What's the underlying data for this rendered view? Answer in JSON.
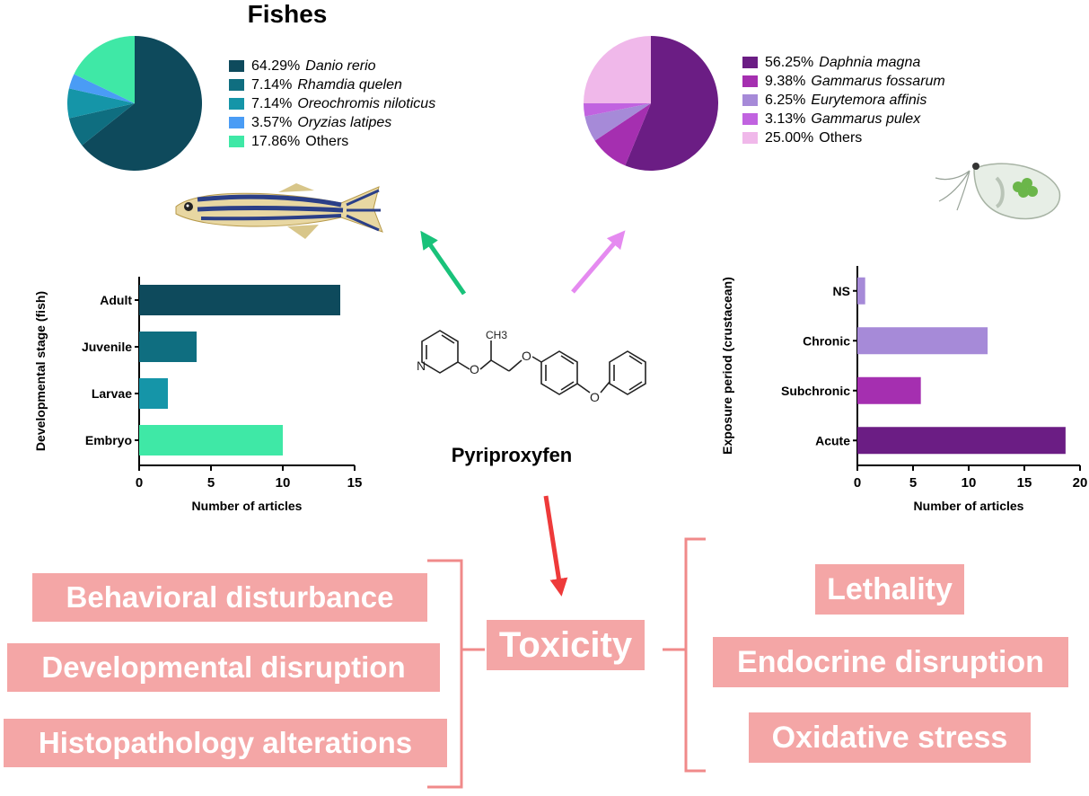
{
  "chart_data": [
    {
      "type": "pie",
      "title": "Fishes",
      "colors": [
        "#0e4a5c",
        "#0f6e80",
        "#1595a8",
        "#4a9cf5",
        "#3fe8a6"
      ],
      "series": [
        {
          "pct_label": "64.29%",
          "label": "Danio rerio",
          "value": 64.29
        },
        {
          "pct_label": "7.14%",
          "label": "Rhamdia quelen",
          "value": 7.14
        },
        {
          "pct_label": "7.14%",
          "label": "Oreochromis niloticus",
          "value": 7.14
        },
        {
          "pct_label": "3.57%",
          "label": "Oryzias latipes",
          "value": 3.57
        },
        {
          "pct_label": "17.86%",
          "label": "Others",
          "value": 17.86
        }
      ]
    },
    {
      "type": "pie",
      "title": "",
      "colors": [
        "#6b1d84",
        "#a52fb0",
        "#a68ad8",
        "#c163e0",
        "#f0b8ea"
      ],
      "series": [
        {
          "pct_label": "56.25%",
          "label": "Daphnia magna",
          "value": 56.25
        },
        {
          "pct_label": "9.38%",
          "label": "Gammarus fossarum",
          "value": 9.38
        },
        {
          "pct_label": "6.25%",
          "label": "Eurytemora affinis",
          "value": 6.25
        },
        {
          "pct_label": "3.13%",
          "label": "Gammarus pulex",
          "value": 3.13
        },
        {
          "pct_label": "25.00%",
          "label": "Others",
          "value": 25.0
        }
      ]
    },
    {
      "type": "bar",
      "orientation": "horizontal",
      "categories": [
        "Adult",
        "Juvenile",
        "Larvae",
        "Embryo"
      ],
      "values": [
        14,
        4,
        2,
        10
      ],
      "colors": [
        "#0e4a5c",
        "#0f6e80",
        "#1595a8",
        "#3fe8a6"
      ],
      "xlabel": "Number of articles",
      "ylabel": "Developmental stage (fish)",
      "xlim": [
        0,
        15
      ],
      "ticks": [
        "0",
        "5",
        "10",
        "15"
      ]
    },
    {
      "type": "bar",
      "orientation": "horizontal",
      "categories": [
        "NS",
        "Chronic",
        "Subchronic",
        "Acute"
      ],
      "values": [
        0.7,
        11.7,
        5.7,
        18.7
      ],
      "colors": [
        "#a68ad8",
        "#a68ad8",
        "#a52fb0",
        "#6b1d84"
      ],
      "xlabel": "Number of articles",
      "ylabel": "Exposure period (crustacean)",
      "xlim": [
        0,
        20
      ],
      "ticks": [
        "0",
        "5",
        "10",
        "15",
        "20"
      ]
    }
  ],
  "compound": {
    "name": "Pyriproxyfen",
    "methyl_label": "CH3",
    "nitrogen": "N",
    "oxygen": "O"
  },
  "effects": {
    "center": "Toxicity",
    "fish": [
      "Behavioral disturbance",
      "Developmental disruption",
      "Histopathology alterations"
    ],
    "crustacean": [
      "Lethality",
      "Endocrine disruption",
      "Oxidative stress"
    ]
  },
  "arrows": {
    "fish": "#19c27a",
    "crustacean": "#e58af0",
    "toxicity": "#ee3a3a"
  },
  "icons": [
    "zebrafish-icon",
    "daphnia-icon"
  ]
}
